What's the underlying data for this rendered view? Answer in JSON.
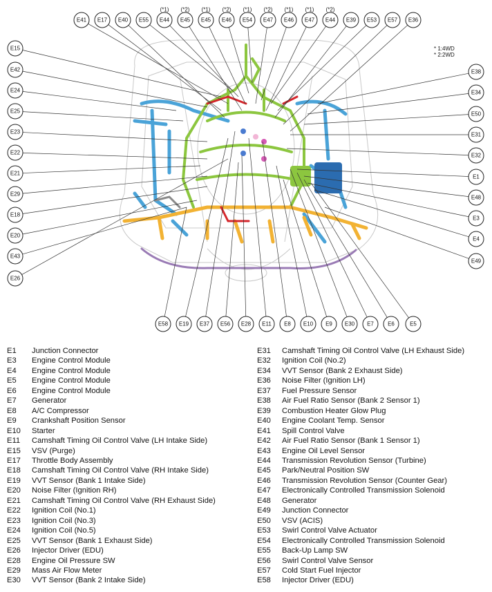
{
  "notes": [
    "* 1:4WD",
    "* 2:2WD"
  ],
  "callouts_top": [
    {
      "id": "E41",
      "note": ""
    },
    {
      "id": "E17",
      "note": ""
    },
    {
      "id": "E40",
      "note": ""
    },
    {
      "id": "E55",
      "note": ""
    },
    {
      "id": "E44",
      "note": "(*1)"
    },
    {
      "id": "E45",
      "note": "(*2)"
    },
    {
      "id": "E45",
      "note": "(*1)"
    },
    {
      "id": "E46",
      "note": "(*2)"
    },
    {
      "id": "E54",
      "note": "(*1)"
    },
    {
      "id": "E47",
      "note": "(*2)"
    },
    {
      "id": "E46",
      "note": "(*1)"
    },
    {
      "id": "E47",
      "note": "(*1)"
    },
    {
      "id": "E44",
      "note": "(*2)"
    },
    {
      "id": "E39",
      "note": ""
    },
    {
      "id": "E53",
      "note": ""
    },
    {
      "id": "E57",
      "note": ""
    },
    {
      "id": "E36",
      "note": ""
    }
  ],
  "callouts_left": [
    "E15",
    "E42",
    "E24",
    "E25",
    "E23",
    "E22",
    "E21",
    "E29",
    "E18",
    "E20",
    "E43",
    "E26"
  ],
  "callouts_right": [
    "E38",
    "E34",
    "E50",
    "E31",
    "E32",
    "E1",
    "E48",
    "E3",
    "E4",
    "E49"
  ],
  "callouts_bottom": [
    "E58",
    "E19",
    "E37",
    "E56",
    "E28",
    "E11",
    "E8",
    "E10",
    "E9",
    "E30",
    "E7",
    "E6",
    "E5"
  ],
  "legend_left": [
    {
      "code": "E1",
      "name": "Junction Connector"
    },
    {
      "code": "E3",
      "name": "Engine Control Module"
    },
    {
      "code": "E4",
      "name": "Engine Control Module"
    },
    {
      "code": "E5",
      "name": "Engine Control Module"
    },
    {
      "code": "E6",
      "name": "Engine Control Module"
    },
    {
      "code": "E7",
      "name": "Generator"
    },
    {
      "code": "E8",
      "name": "A/C Compressor"
    },
    {
      "code": "E9",
      "name": "Crankshaft Position Sensor"
    },
    {
      "code": "E10",
      "name": "Starter"
    },
    {
      "code": "E11",
      "name": "Camshaft Timing Oil Control Valve (LH Intake Side)"
    },
    {
      "code": "E15",
      "name": "VSV (Purge)"
    },
    {
      "code": "E17",
      "name": "Throttle Body Assembly"
    },
    {
      "code": "E18",
      "name": "Camshaft Timing Oil Control Valve (RH Intake Side)"
    },
    {
      "code": "E19",
      "name": "VVT Sensor (Bank 1 Intake Side)"
    },
    {
      "code": "E20",
      "name": "Noise Filter (Ignition RH)"
    },
    {
      "code": "E21",
      "name": "Camshaft Timing Oil Control Valve (RH Exhaust Side)"
    },
    {
      "code": "E22",
      "name": "Ignition Coil (No.1)"
    },
    {
      "code": "E23",
      "name": "Ignition Coil (No.3)"
    },
    {
      "code": "E24",
      "name": "Ignition Coil (No.5)"
    },
    {
      "code": "E25",
      "name": "VVT Sensor (Bank 1 Exhaust Side)"
    },
    {
      "code": "E26",
      "name": "Injector Driver (EDU)"
    },
    {
      "code": "E28",
      "name": "Engine Oil Pressure SW"
    },
    {
      "code": "E29",
      "name": "Mass Air Flow Meter"
    },
    {
      "code": "E30",
      "name": "VVT Sensor (Bank 2 Intake Side)"
    }
  ],
  "legend_right": [
    {
      "code": "E31",
      "name": "Camshaft Timing Oil Control Valve (LH Exhaust Side)"
    },
    {
      "code": "E32",
      "name": "Ignition Coil (No.2)"
    },
    {
      "code": "E34",
      "name": "VVT Sensor (Bank 2 Exhaust Side)"
    },
    {
      "code": "E36",
      "name": "Noise Filter (Ignition LH)"
    },
    {
      "code": "E37",
      "name": "Fuel Pressure Sensor"
    },
    {
      "code": "E38",
      "name": "Air Fuel Ratio Sensor (Bank 2 Sensor 1)"
    },
    {
      "code": "E39",
      "name": "Combustion Heater Glow Plug"
    },
    {
      "code": "E40",
      "name": "Engine Coolant Temp. Sensor"
    },
    {
      "code": "E41",
      "name": "Spill Control Valve"
    },
    {
      "code": "E42",
      "name": "Air Fuel Ratio Sensor (Bank 1 Sensor 1)"
    },
    {
      "code": "E43",
      "name": "Engine Oil Level Sensor"
    },
    {
      "code": "E44",
      "name": "Transmission Revolution Sensor (Turbine)"
    },
    {
      "code": "E45",
      "name": "Park/Neutral Position SW"
    },
    {
      "code": "E46",
      "name": "Transmission Revolution Sensor (Counter Gear)"
    },
    {
      "code": "E47",
      "name": "Electronically Controlled Transmission Solenoid"
    },
    {
      "code": "E48",
      "name": "Generator"
    },
    {
      "code": "E49",
      "name": "Junction Connector"
    },
    {
      "code": "E50",
      "name": "VSV (ACIS)"
    },
    {
      "code": "E53",
      "name": "Swirl Control Valve Actuator"
    },
    {
      "code": "E54",
      "name": "Electronically Controlled Transmission Solenoid"
    },
    {
      "code": "E55",
      "name": "Back-Up Lamp SW"
    },
    {
      "code": "E56",
      "name": "Swirl Control Valve Sensor"
    },
    {
      "code": "E57",
      "name": "Cold Start Fuel Injector"
    },
    {
      "code": "E58",
      "name": "Injector Driver (EDU)"
    }
  ],
  "harness_colors": {
    "blue": "#4aa3d8",
    "green": "#8cc63f",
    "yellow": "#f2b233",
    "purple": "#9a7bb5",
    "red": "#d4262b",
    "gray": "#8a8a8a"
  }
}
